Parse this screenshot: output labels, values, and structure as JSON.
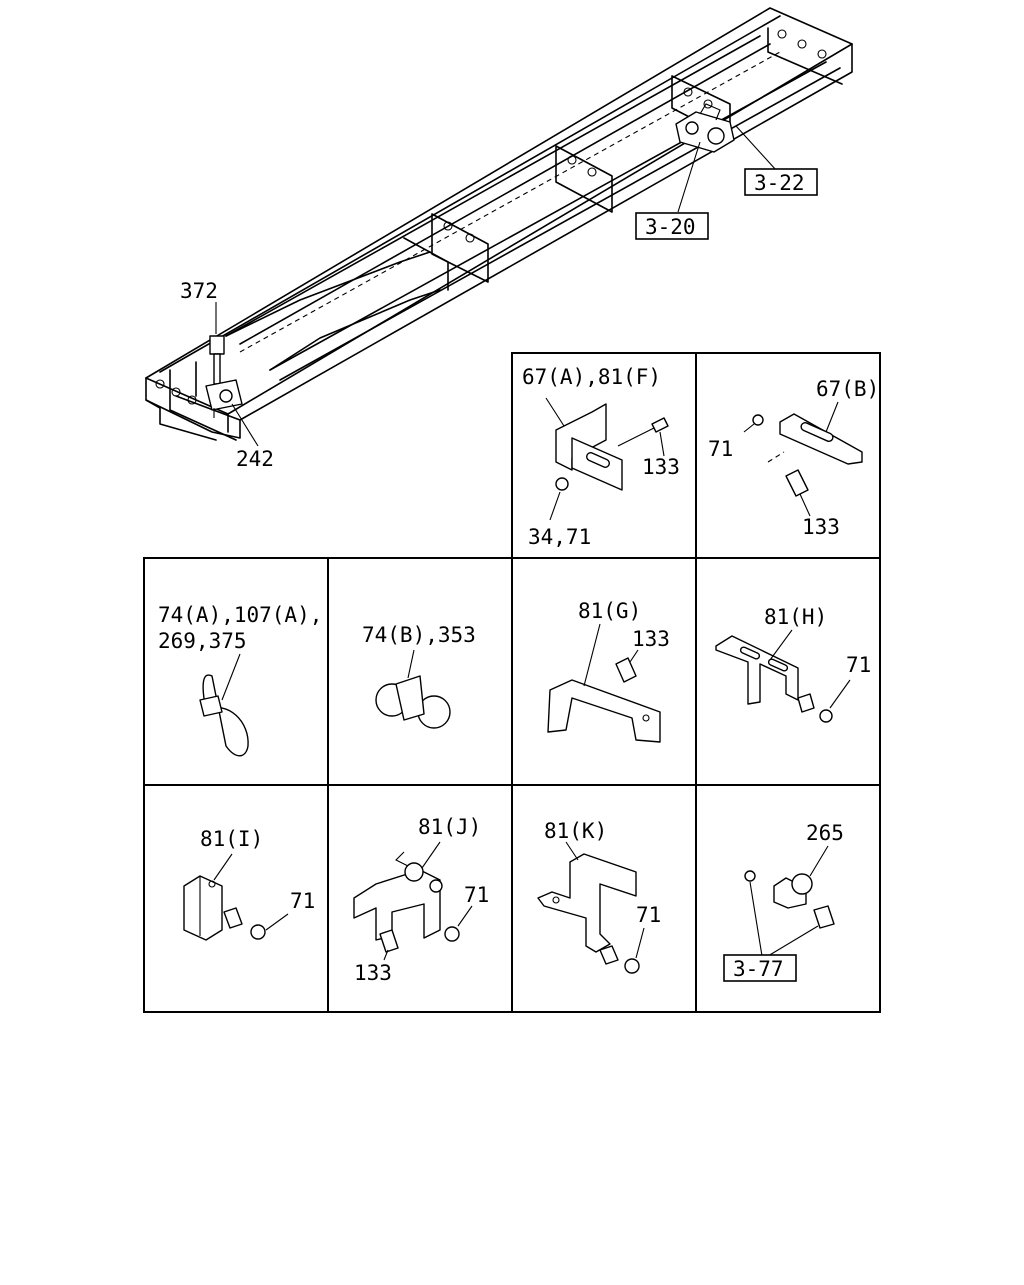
{
  "callouts": {
    "ref_3_22": "3-22",
    "ref_3_20": "3-20",
    "part_372": "372",
    "part_242": "242"
  },
  "cells": {
    "c1": {
      "title": "67(A),81(F)",
      "bolt": "133",
      "nut": "34,71"
    },
    "c2": {
      "title": "67(B)",
      "nut": "71",
      "bolt": "133"
    },
    "c3": {
      "line1": "74(A),107(A),",
      "line2": "269,375"
    },
    "c4": {
      "title": "74(B),353"
    },
    "c5": {
      "title": "81(G)",
      "bolt": "133"
    },
    "c6": {
      "title": "81(H)",
      "nut": "71"
    },
    "c7": {
      "title": "81(I)",
      "nut": "71"
    },
    "c8": {
      "title": "81(J)",
      "nut": "71",
      "bolt": "133"
    },
    "c9": {
      "title": "81(K)",
      "nut": "71"
    },
    "c10": {
      "title": "265",
      "ref": "3-77"
    }
  }
}
